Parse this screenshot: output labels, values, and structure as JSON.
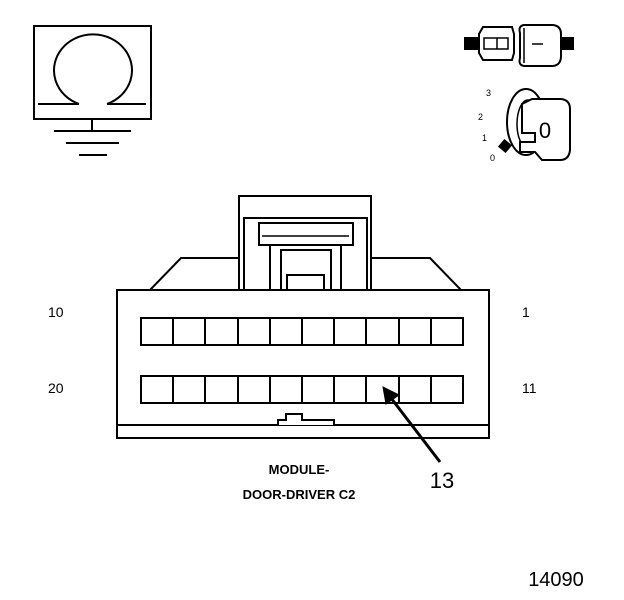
{
  "key_positions": [
    "3",
    "2",
    "1",
    "0"
  ],
  "key_value": "0",
  "pin_labels": {
    "top_left": "10",
    "top_right": "1",
    "bottom_left": "20",
    "bottom_right": "11"
  },
  "callout_number": "13",
  "caption": {
    "line1": "MODULE-",
    "line2": "DOOR-DRIVER C2"
  },
  "figure_id": "14090",
  "colors": {
    "stroke": "#000000",
    "background": "#ffffff",
    "contact_marker": "#000000"
  },
  "icons": [
    "ground-symbol-icon",
    "connector-plug-icon",
    "ignition-key-icon"
  ]
}
